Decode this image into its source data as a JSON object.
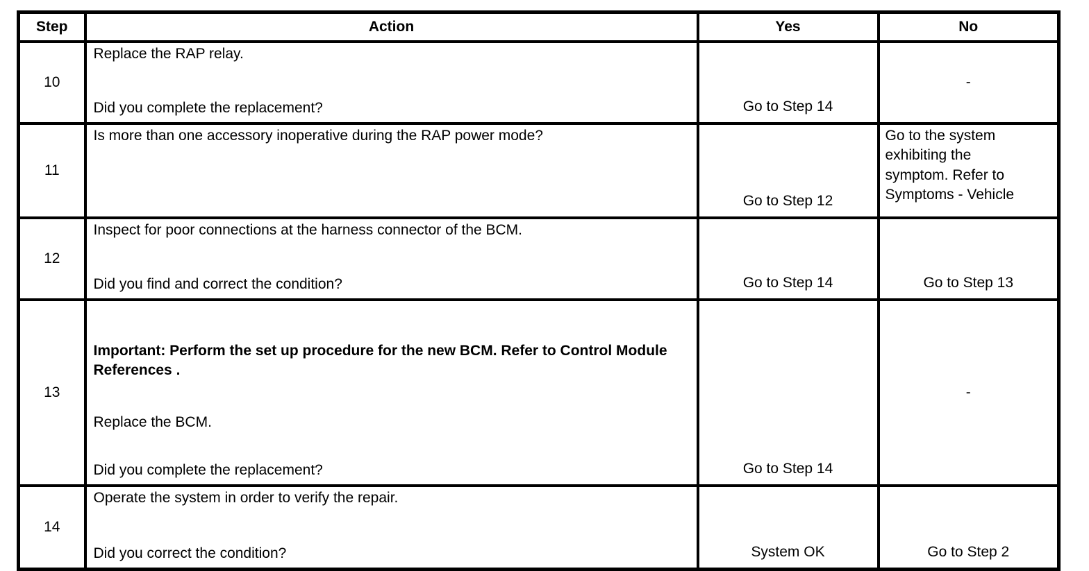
{
  "table": {
    "headers": {
      "step": "Step",
      "action": "Action",
      "yes": "Yes",
      "no": "No"
    },
    "rows": [
      {
        "step": "10",
        "action": [
          "Replace the RAP relay.",
          "Did you complete the replacement?"
        ],
        "yes": "Go to Step 14",
        "no": "-"
      },
      {
        "step": "11",
        "action": [
          "Is more than one accessory inoperative during the RAP power mode?"
        ],
        "yes": "Go to Step 12",
        "no": "Go to the system exhibiting the symptom. Refer to Symptoms - Vehicle"
      },
      {
        "step": "12",
        "action": [
          "Inspect for poor connections at the harness connector of the BCM.",
          "Did you find and correct the condition?"
        ],
        "yes": "Go to Step 14",
        "no": "Go to Step 13"
      },
      {
        "step": "13",
        "action": [
          "Important: Perform the set up procedure for the new BCM. Refer to Control Module References .",
          "Replace the BCM.",
          "Did you complete the replacement?"
        ],
        "yes": "Go to Step 14",
        "no": "-"
      },
      {
        "step": "14",
        "action": [
          "Operate the system in order to verify the repair.",
          "Did you correct the condition?"
        ],
        "yes": "System OK",
        "no": "Go to Step 2"
      }
    ]
  }
}
